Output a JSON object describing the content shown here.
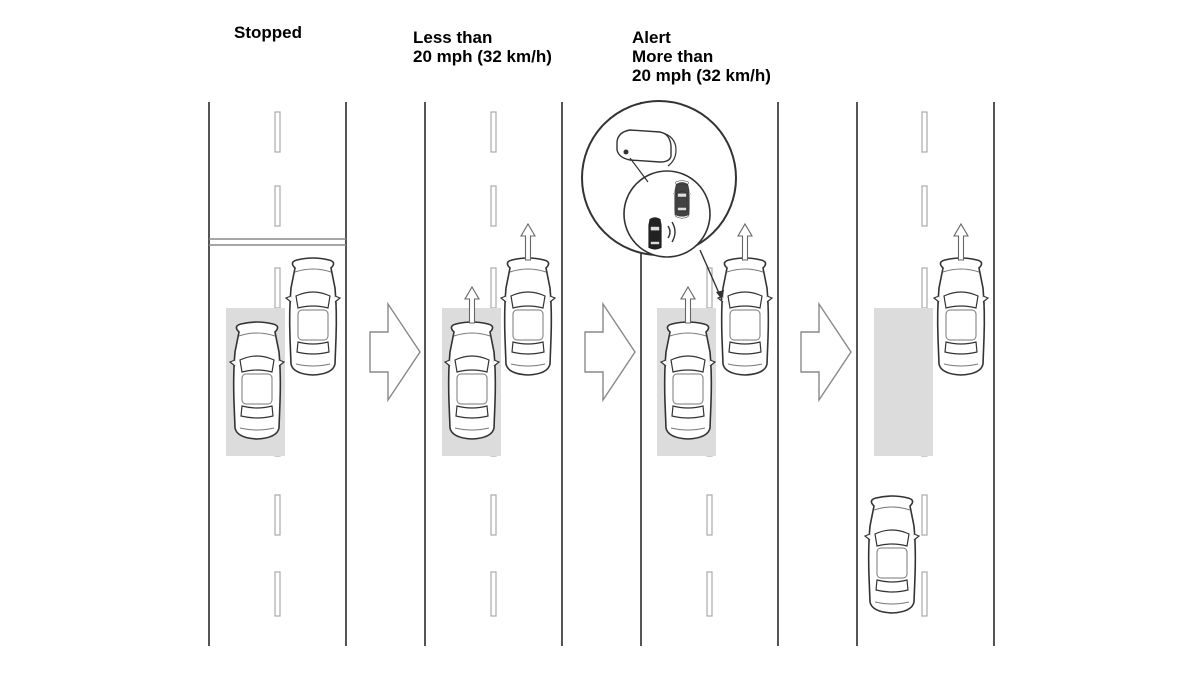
{
  "panels": [
    {
      "caption": "Stopped"
    },
    {
      "caption": "Less than\n20 mph (32 km/h)"
    },
    {
      "caption": "Alert\nMore than\n20 mph (32 km/h)"
    },
    {
      "caption": ""
    }
  ],
  "colors": {
    "road_line": "#555555",
    "lane_dash": "#aaaaaa",
    "detection_zone": "#dcdcdc",
    "car_outline": "#333333",
    "arrow_outline": "#888888"
  }
}
